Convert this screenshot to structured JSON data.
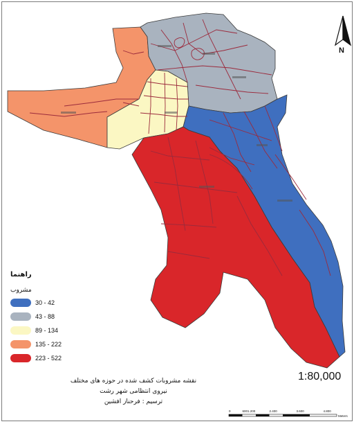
{
  "map": {
    "north_label": "N",
    "scale_text": "1:80,000",
    "legend": {
      "title": "راهنما",
      "subtitle": "مشروب",
      "items": [
        {
          "label": "30 - 42",
          "color": "#3f6fbf"
        },
        {
          "label": "43 - 88",
          "color": "#a9b3bf"
        },
        {
          "label": "89 - 134",
          "color": "#fbf7c3"
        },
        {
          "label": "135 - 222",
          "color": "#f4946a"
        },
        {
          "label": "223 - 522",
          "color": "#d9262a"
        }
      ]
    },
    "caption": {
      "line1": "نقشه مشروبات کشف شده در حوزه های مختلف",
      "line2": "نیروی انتظامی شهر رشت",
      "line3": "ترسیم : فرحناز افشین"
    },
    "scale_bar": {
      "labels": [
        "0",
        "6001.200",
        "2.400",
        "3.600",
        "4.800"
      ],
      "unit": "Meters"
    },
    "colors": {
      "boundary": "#3a3a3a",
      "streets": "#9b2a3c"
    }
  }
}
